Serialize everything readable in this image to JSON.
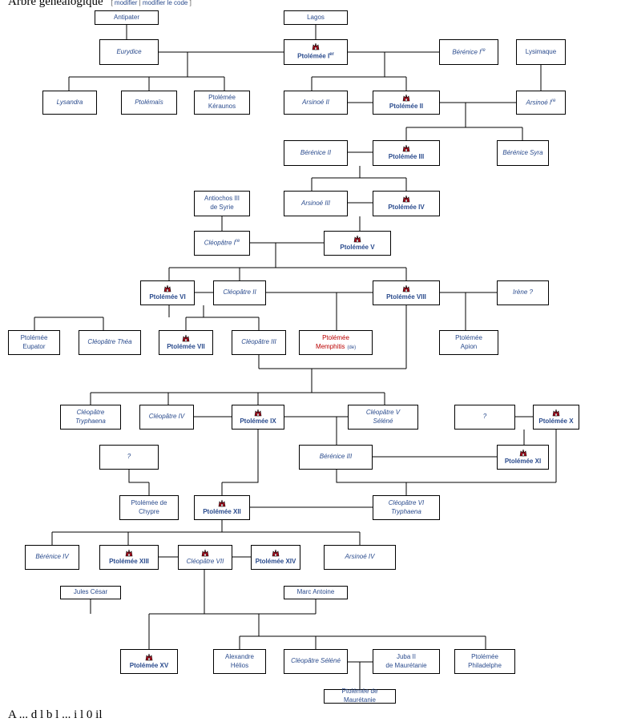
{
  "header": {
    "title": "Arbre généalogique",
    "edit_left": "[ ",
    "edit_link1": "modifier",
    "edit_sep": " | ",
    "edit_link2": "modifier le code",
    "edit_right": " ]"
  },
  "footer": {
    "text": "A ... d l b l ... i l  0 il"
  },
  "persons": {
    "antipater": {
      "name": "Antipater"
    },
    "lagos": {
      "name": "Lagos"
    },
    "eurydice": {
      "name": "Eurydice"
    },
    "ptolemee1": {
      "name": "Ptolémée I",
      "sup": "er"
    },
    "berenice1": {
      "name": "Bérénice I",
      "sup": "re"
    },
    "lysimaque": {
      "name": "Lysimaque"
    },
    "lysandra": {
      "name": "Lysandra"
    },
    "ptolemais": {
      "name": "Ptolémaïs"
    },
    "keraunos": {
      "name": "Ptolémée Kéraunos"
    },
    "arsinoe2": {
      "name": "Arsinoé II"
    },
    "ptolemee2": {
      "name": "Ptolémée II"
    },
    "arsinoe1": {
      "name": "Arsinoé I",
      "sup": "re"
    },
    "berenice2": {
      "name": "Bérénice II"
    },
    "ptolemee3": {
      "name": "Ptolémée III"
    },
    "berenicesyra": {
      "name": "Bérénice Syra"
    },
    "antiochos3": {
      "name": "Antiochos III",
      "sub": "de Syrie"
    },
    "arsinoe3": {
      "name": "Arsinoé III"
    },
    "ptolemee4": {
      "name": "Ptolémée IV"
    },
    "cleopatre1": {
      "name": "Cléopâtre I",
      "sup": "re"
    },
    "ptolemee5": {
      "name": "Ptolémée V"
    },
    "ptolemee6": {
      "name": "Ptolémée VI"
    },
    "cleopatre2": {
      "name": "Cléopâtre II"
    },
    "ptolemee8": {
      "name": "Ptolémée VIII"
    },
    "irene": {
      "name": "Irène ?"
    },
    "eupator": {
      "name": "Ptolémée Eupator"
    },
    "thea": {
      "name": "Cléopâtre Théa"
    },
    "ptolemee7": {
      "name": "Ptolémée VII"
    },
    "cleopatre3": {
      "name": "Cléopâtre III"
    },
    "memphitis": {
      "name": "Ptolémée Memphitis",
      "small": "(de)"
    },
    "apion": {
      "name": "Ptolémée",
      "sub": "Apion"
    },
    "tryphaena": {
      "name": "Cléopâtre Tryphaena"
    },
    "cleopatre4": {
      "name": "Cléopâtre IV"
    },
    "ptolemee9": {
      "name": "Ptolémée IX"
    },
    "cleopatre5": {
      "name": "Cléopâtre V",
      "sub": "Séléné"
    },
    "unknown1": {
      "name": "?"
    },
    "ptolemee10": {
      "name": "Ptolémée X"
    },
    "unknown2": {
      "name": "?"
    },
    "berenice3": {
      "name": "Bérénice III"
    },
    "ptolemee11": {
      "name": "Ptolémée XI"
    },
    "chypre": {
      "name": "Ptolémée de Chypre"
    },
    "ptolemee12": {
      "name": "Ptolémée XII"
    },
    "cleopatre6": {
      "name": "Cléopâtre VI Tryphaena"
    },
    "berenice4": {
      "name": "Bérénice IV"
    },
    "ptolemee13": {
      "name": "Ptolémée XIII"
    },
    "cleopatre7": {
      "name": "Cléopâtre VII"
    },
    "ptolemee14": {
      "name": "Ptolémée XIV"
    },
    "arsinoe4": {
      "name": "Arsinoé IV"
    },
    "cesar": {
      "name": "Jules César"
    },
    "antoine": {
      "name": "Marc Antoine"
    },
    "ptolemee15": {
      "name": "Ptolémée XV"
    },
    "helios": {
      "name": "Alexandre Hélios"
    },
    "selene": {
      "name": "Cléopâtre Séléné"
    },
    "juba2": {
      "name": "Juba II",
      "sub": "de Maurétanie"
    },
    "philadelphe": {
      "name": "Ptolémée Philadelphe"
    },
    "mauretanie": {
      "name": "Ptolémée de Maurétanie"
    }
  },
  "colors": {
    "link": "#2a4b8d",
    "redlink": "#ba0000",
    "line": "#000000",
    "crown": "#b01020"
  }
}
